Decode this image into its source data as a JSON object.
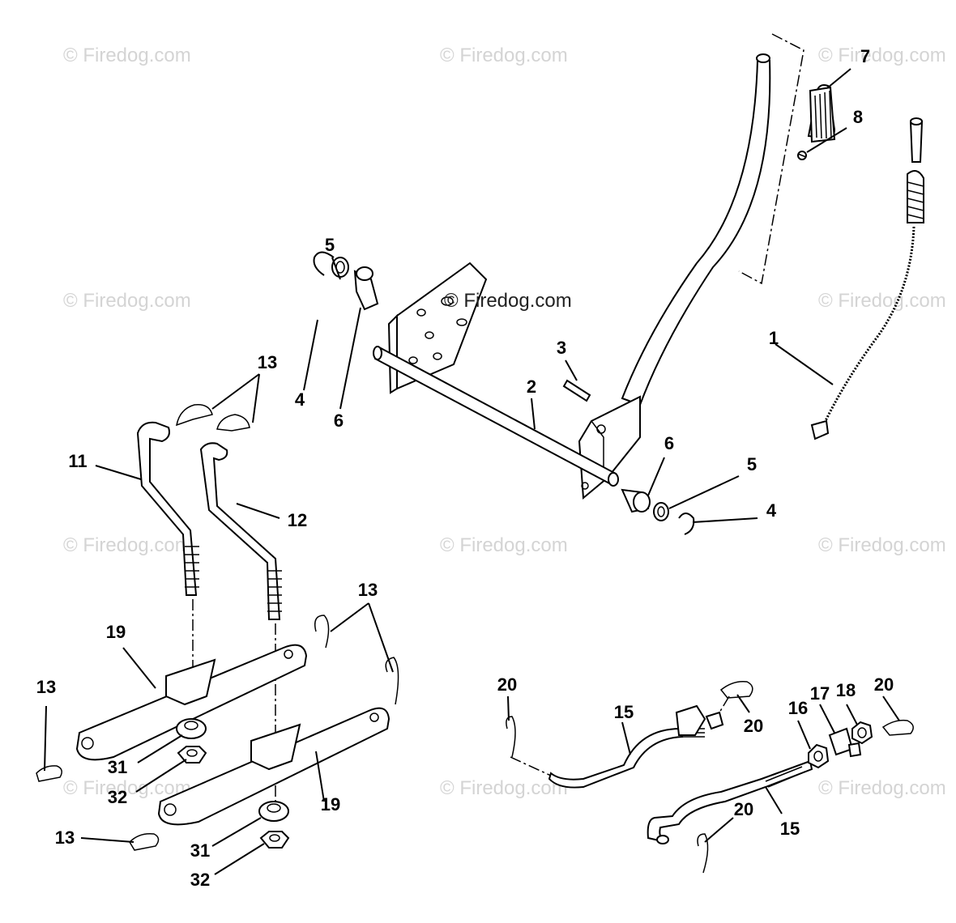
{
  "watermarks": {
    "text": "© Firedog.com",
    "center": "© Firedog.com"
  },
  "callouts": {
    "c1": "1",
    "c2": "2",
    "c3": "3",
    "c4a": "4",
    "c4b": "4",
    "c5a": "5",
    "c5b": "5",
    "c6a": "6",
    "c6b": "6",
    "c7": "7",
    "c8": "8",
    "c11": "11",
    "c12": "12",
    "c13a": "13",
    "c13b": "13",
    "c13c": "13",
    "c13d": "13",
    "c15a": "15",
    "c15b": "15",
    "c16": "16",
    "c17": "17",
    "c18": "18",
    "c19a": "19",
    "c19b": "19",
    "c20a": "20",
    "c20b": "20",
    "c20c": "20",
    "c20d": "20",
    "c31a": "31",
    "c31b": "31",
    "c32a": "32",
    "c32b": "32"
  }
}
